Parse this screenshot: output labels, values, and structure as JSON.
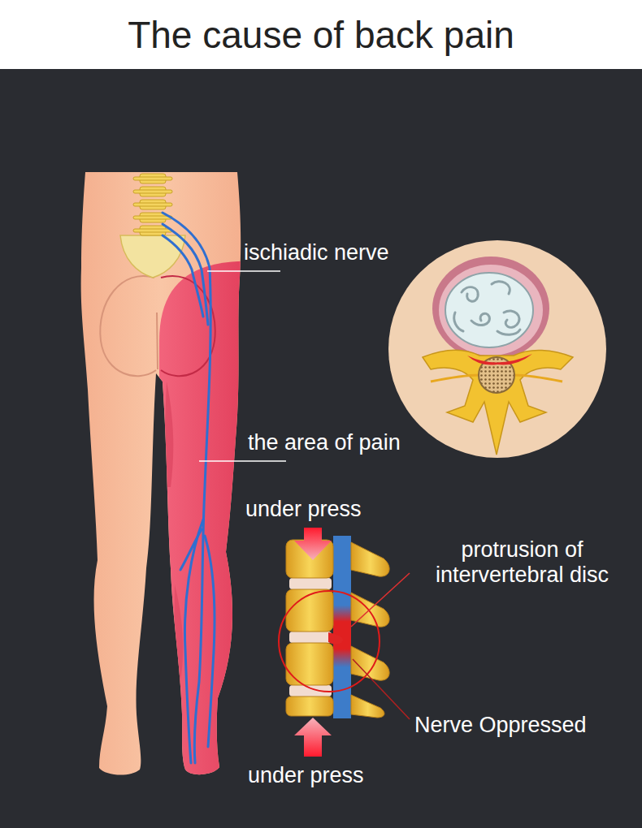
{
  "diagram": {
    "title": "The cause of back pain",
    "labels": [
      "ischiadic nerve",
      "the area of pain",
      "under press",
      "protrusion of intervertebral disc",
      "Nerve Oppressed",
      "under press"
    ]
  }
}
